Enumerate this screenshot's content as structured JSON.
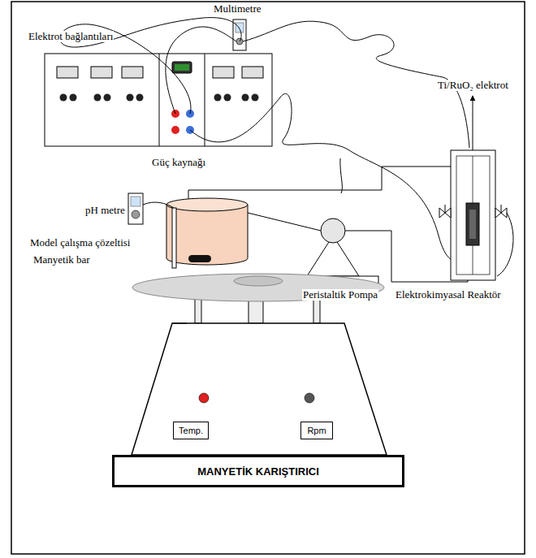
{
  "diagram": {
    "nodes": [
      {
        "text": [
          "Temp."
        ]
      },
      {
        "text": [
          "Rpm"
        ]
      },
      {
        "text": [
          "MANYETİK KARIŞTIRICI"
        ]
      }
    ],
    "labels": [
      "Multimetre",
      "Elektrot bağlantıları",
      "Güç kaynağı",
      "Ti/RuO₂ elektrot",
      "pH metre",
      "Model çalışma çözeltisi",
      "Manyetik bar",
      "Peristaltik Pompa",
      "Elektrokimyasal Reaktör"
    ]
  }
}
